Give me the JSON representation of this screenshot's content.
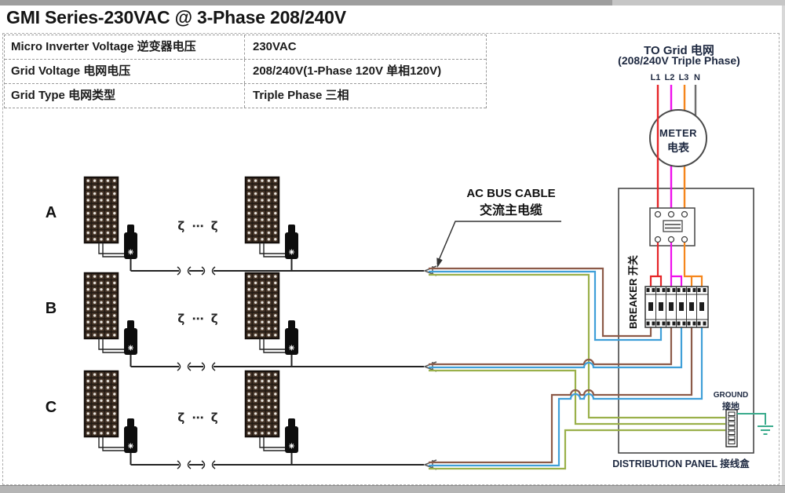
{
  "page": {
    "title": "GMI Series-230VAC @ 3-Phase 208/240V"
  },
  "spec_table": {
    "rows": [
      {
        "label": "Micro Inverter Voltage 逆变器电压",
        "value": "230VAC"
      },
      {
        "label": "Grid Voltage 电网电压",
        "value": "208/240V(1-Phase 120V 单相120V)"
      },
      {
        "label": "Grid Type 电网类型",
        "value": "Triple Phase 三相"
      }
    ]
  },
  "grid_connection": {
    "line1": "TO Grid 电网",
    "line2": "(208/240V Triple Phase)",
    "phases": [
      "L1",
      "L2",
      "L3",
      "N"
    ]
  },
  "meter": {
    "line1": "METER",
    "line2": "电表"
  },
  "breaker": {
    "label": "BREAKER 开关"
  },
  "ac_bus": {
    "line1": "AC BUS CABLE",
    "line2": "交流主电缆"
  },
  "ground": {
    "line1": "GROUND",
    "line2": "接地"
  },
  "distribution_panel": {
    "label": "DISTRIBUTION PANEL 接线盒"
  },
  "array_rows": [
    {
      "label": "A"
    },
    {
      "label": "B"
    },
    {
      "label": "C"
    }
  ],
  "repeat_symbol": "ζ ⋯ ζ",
  "wire_colors": {
    "l1_red": "#e62528",
    "l2_magenta": "#ee10ec",
    "l3_orange": "#f5861c",
    "neutral_gray": "#6f6f6f",
    "line_brown": "#8c5a48",
    "neutral_blue": "#3f9fd8",
    "ground_green": "#9ab04a",
    "earth_teal": "#3aab8c"
  }
}
